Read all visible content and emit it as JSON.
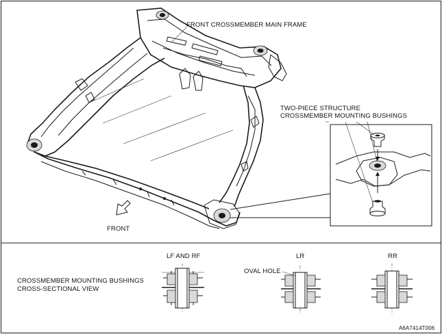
{
  "labels": {
    "main_frame": "FRONT CROSSMEMBER MAIN FRAME",
    "bushings_line1": "TWO-PIECE STRUCTURE",
    "bushings_line2": "CROSSMEMBER MOUNTING BUSHINGS",
    "front": "FRONT",
    "cross_section_line1": "CROSSMEMBER MOUNTING BUSHINGS",
    "cross_section_line2": "CROSS-SECTIONAL VIEW",
    "lf_rf": "LF AND RF",
    "lr": "LR",
    "rr": "RR",
    "oval_hole": "OVAL HOLE",
    "figure_code": "A6A7414T006"
  },
  "colors": {
    "line": "#1a1a1a",
    "shade": "#d9d9d9",
    "background": "#ffffff"
  },
  "icons": {
    "front_arrow": "hollow-arrow-down-left"
  }
}
